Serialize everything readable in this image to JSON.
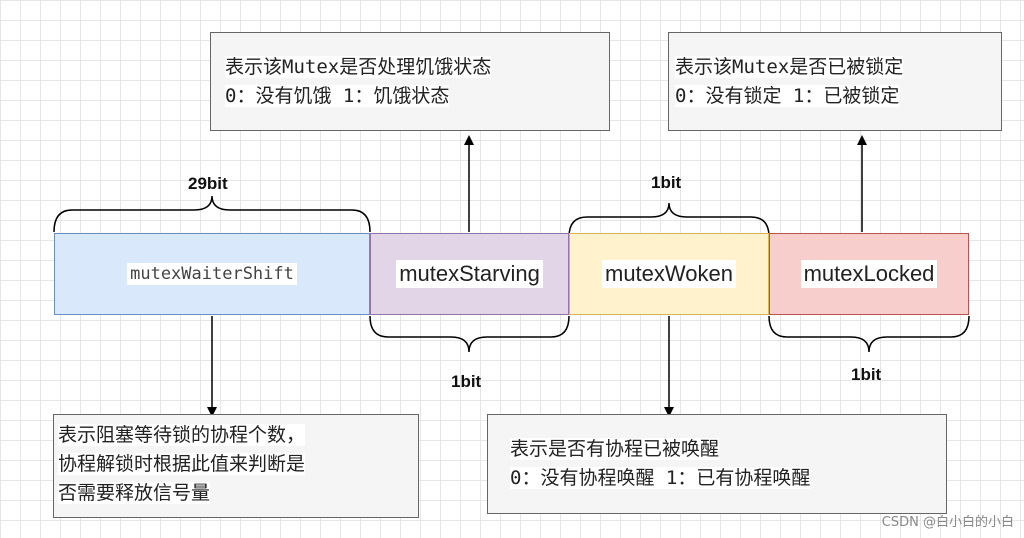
{
  "segments": {
    "waiter": "mutexWaiterShift",
    "starving": "mutexStarving",
    "woken": "mutexWoken",
    "locked": "mutexLocked"
  },
  "bit_labels": {
    "waiter": "29bit",
    "starving": "1bit",
    "woken": "1bit",
    "locked": "1bit"
  },
  "notes": {
    "starving": [
      "表示该Mutex是否处理饥饿状态",
      "0：没有饥饿 1：饥饿状态"
    ],
    "locked": [
      "表示该Mutex是否已被锁定",
      "0：没有锁定 1：已被锁定"
    ],
    "waiter": [
      "表示阻塞等待锁的协程个数，",
      "协程解锁时根据此值来判断是",
      "否需要释放信号量"
    ],
    "woken": [
      "表示是否有协程已被唤醒",
      "0：没有协程唤醒 1：已有协程唤醒"
    ]
  },
  "watermark": "CSDN @白小白的小白"
}
